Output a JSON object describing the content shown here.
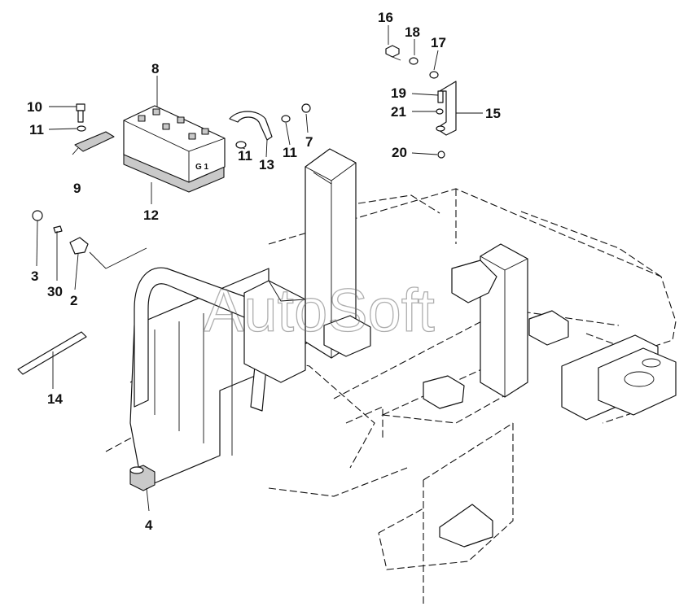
{
  "watermark": "AutoSoft",
  "battery_plate": "G 1",
  "callouts": [
    {
      "id": "c16",
      "text": "16"
    },
    {
      "id": "c18",
      "text": "18"
    },
    {
      "id": "c17",
      "text": "17"
    },
    {
      "id": "c8",
      "text": "8"
    },
    {
      "id": "c19",
      "text": "19"
    },
    {
      "id": "c21",
      "text": "21"
    },
    {
      "id": "c15",
      "text": "15"
    },
    {
      "id": "c10",
      "text": "10"
    },
    {
      "id": "c11a",
      "text": "11"
    },
    {
      "id": "c7",
      "text": "7"
    },
    {
      "id": "c11b",
      "text": "11"
    },
    {
      "id": "c13",
      "text": "13"
    },
    {
      "id": "c11c",
      "text": "11"
    },
    {
      "id": "c20",
      "text": "20"
    },
    {
      "id": "c9",
      "text": "9"
    },
    {
      "id": "c12",
      "text": "12"
    },
    {
      "id": "c3",
      "text": "3"
    },
    {
      "id": "c30",
      "text": "30"
    },
    {
      "id": "c2",
      "text": "2"
    },
    {
      "id": "c14",
      "text": "14"
    },
    {
      "id": "c4",
      "text": "4"
    }
  ]
}
